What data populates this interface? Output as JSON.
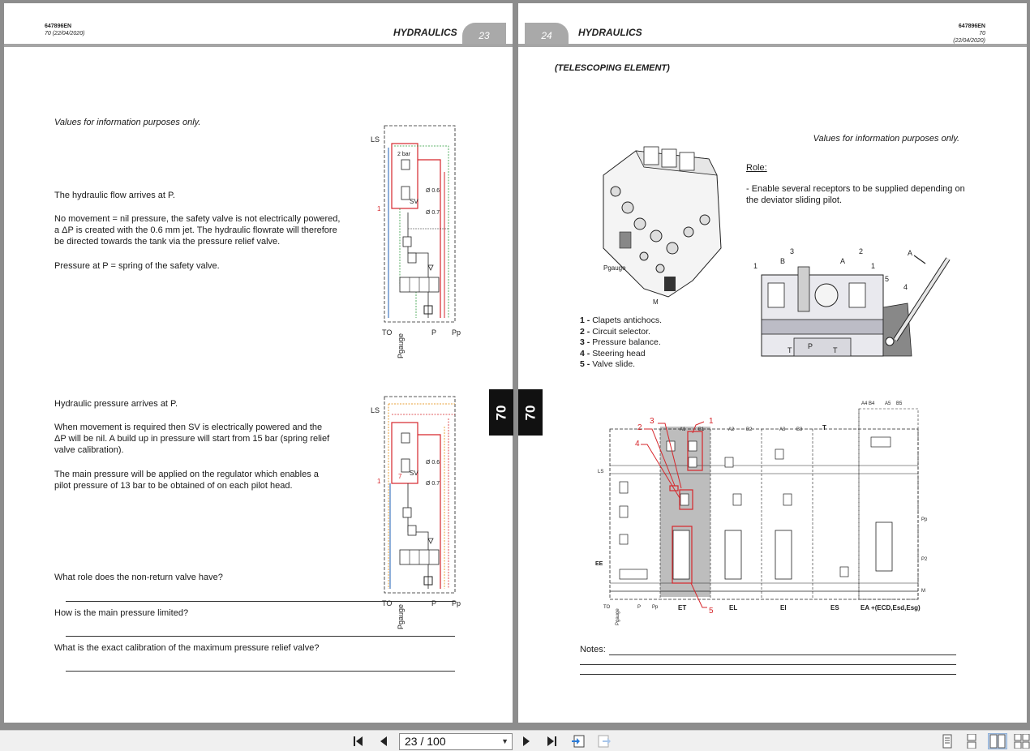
{
  "left_page": {
    "doc_code": "647896EN",
    "doc_rev": "70 (22/04/2020)",
    "section_title": "HYDRAULICS",
    "page_number": "23",
    "side_tab": "70",
    "info_note": "Values for information purposes only.",
    "para1": "The hydraulic flow arrives at P.",
    "para2_l1": "No movement = nil pressure, the safety valve is not electrically powered,",
    "para2_l2": "a ΔP is created with the 0.6 mm jet. The hydraulic flowrate will therefore",
    "para2_l3": "be directed towards the tank via the pressure relief valve.",
    "para3": "Pressure at P = spring of the safety valve.",
    "para4": "Hydraulic pressure arrives at P.",
    "para5_l1": "When movement is required then SV is electrically powered and the",
    "para5_l2": "ΔP will be nil. A build up in pressure will start from 15 bar (spring relief",
    "para5_l3": "valve calibration).",
    "para6_l1": "The main pressure will be applied on the regulator which enables a",
    "para6_l2": "pilot pressure of 13 bar to be obtained of on each pilot head.",
    "q1": "What role does the non-return valve have?",
    "q2": "How is the main pressure limited?",
    "q3": "What is the exact calibration of the maximum pressure relief valve?",
    "diag_labels": {
      "ls": "LS",
      "bar2": "2 bar",
      "sv": "SV",
      "d06": "Ø 0.6",
      "d07": "Ø 0.7",
      "one": "1",
      "to": "TO",
      "p": "P",
      "pp": "Pp",
      "pgauge": "Pgauge",
      "seven": "7"
    }
  },
  "right_page": {
    "doc_code": "647896EN",
    "doc_rev": "70 (22/04/2020)",
    "section_title": "HYDRAULICS",
    "page_number": "24",
    "side_tab": "70",
    "heading": "(TELESCOPING ELEMENT)",
    "info_note": "Values for information purposes only.",
    "role_title": "Role:",
    "role_l1": "- Enable several receptors to be supplied depending on",
    "role_l2": "the deviator sliding pilot.",
    "legend": [
      {
        "num": "1",
        "text": "Clapets antichocs."
      },
      {
        "num": "2",
        "text": "Circuit selector."
      },
      {
        "num": "3",
        "text": "Pressure balance."
      },
      {
        "num": "4",
        "text": "Steering head"
      },
      {
        "num": "5",
        "text": "Valve slide."
      }
    ],
    "img_labels": {
      "pgauge": "Pgauge",
      "m": "M"
    },
    "section_labels": {
      "b": "B",
      "a": "A",
      "t": "T",
      "p": "P",
      "n1": "1",
      "n2": "2",
      "n3": "3",
      "n4": "4",
      "n5": "5",
      "arrow_a": "A"
    },
    "schem_labels": {
      "a1": "A1",
      "b1": "B1",
      "a2": "A2",
      "b2": "B2",
      "a3": "A3",
      "b3": "B3",
      "t": "T",
      "a4b4": "A4  B4",
      "a5": "A5",
      "b5": "B5",
      "ls": "LS",
      "ee": "EE",
      "pp": "Pp",
      "p2": "P2",
      "m": "M",
      "to": "TO",
      "p": "P",
      "ppb": "Pp",
      "pgauge": "Pgauge",
      "et": "ET",
      "el": "EL",
      "ei": "EI",
      "es": "ES",
      "ea": "EA +(ECD,Esd,Esg)",
      "n1": "1",
      "n2": "2",
      "n3": "3",
      "n4": "4",
      "n5": "5"
    },
    "notes_label": "Notes:"
  },
  "toolbar": {
    "page_display": "23 / 100"
  },
  "colors": {
    "red": "#d6262b",
    "green": "#2a9a3a",
    "blue": "#1f5fb4",
    "orange": "#e8a23a",
    "tab_gray": "#a9a9a9"
  }
}
